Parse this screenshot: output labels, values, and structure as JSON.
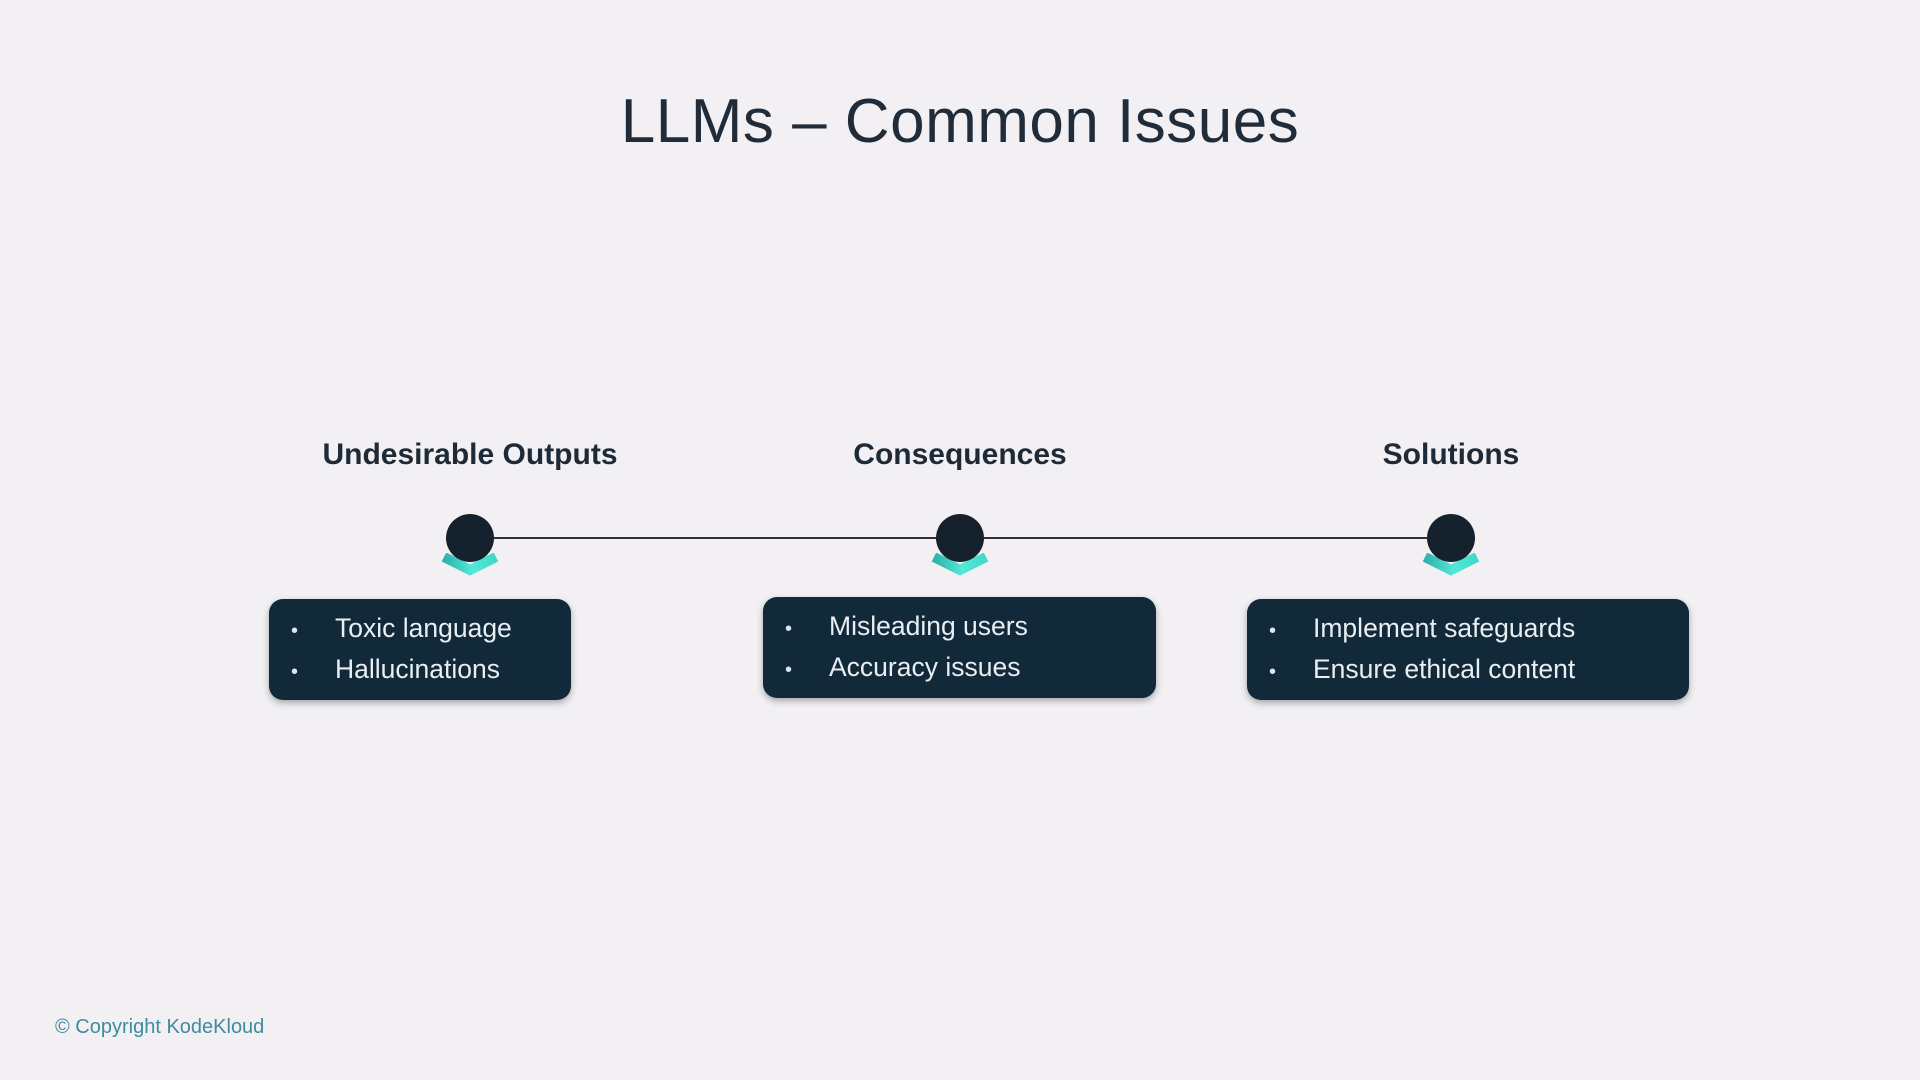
{
  "slide": {
    "title": "LLMs – Common Issues",
    "copyright": "© Copyright KodeKloud"
  },
  "timeline": {
    "items": [
      {
        "label": "Undesirable Outputs",
        "bullet_char": "•",
        "bullets": [
          "Toxic language",
          "Hallucinations"
        ]
      },
      {
        "label": "Consequences",
        "bullet_char": "•",
        "bullets": [
          "Misleading users",
          "Accuracy issues"
        ]
      },
      {
        "label": "Solutions",
        "bullet_char": "•",
        "bullets": [
          "Implement safeguards",
          "Ensure ethical content"
        ]
      }
    ]
  },
  "icons": {
    "marker": "chevron-down-icon",
    "node": "milestone-dot-icon"
  },
  "colors": {
    "background": "#f2f0f2",
    "heading_text": "#1e2a37",
    "title_text": "#202c3a",
    "card_background": "#112939",
    "card_text": "#e9eef3",
    "node_circle": "#15222d",
    "connector_line": "#30303a",
    "chevron_gradient_start": "#2cb2ab",
    "chevron_gradient_end": "#53e8d8",
    "copyright_text": "#3e8ca0"
  }
}
